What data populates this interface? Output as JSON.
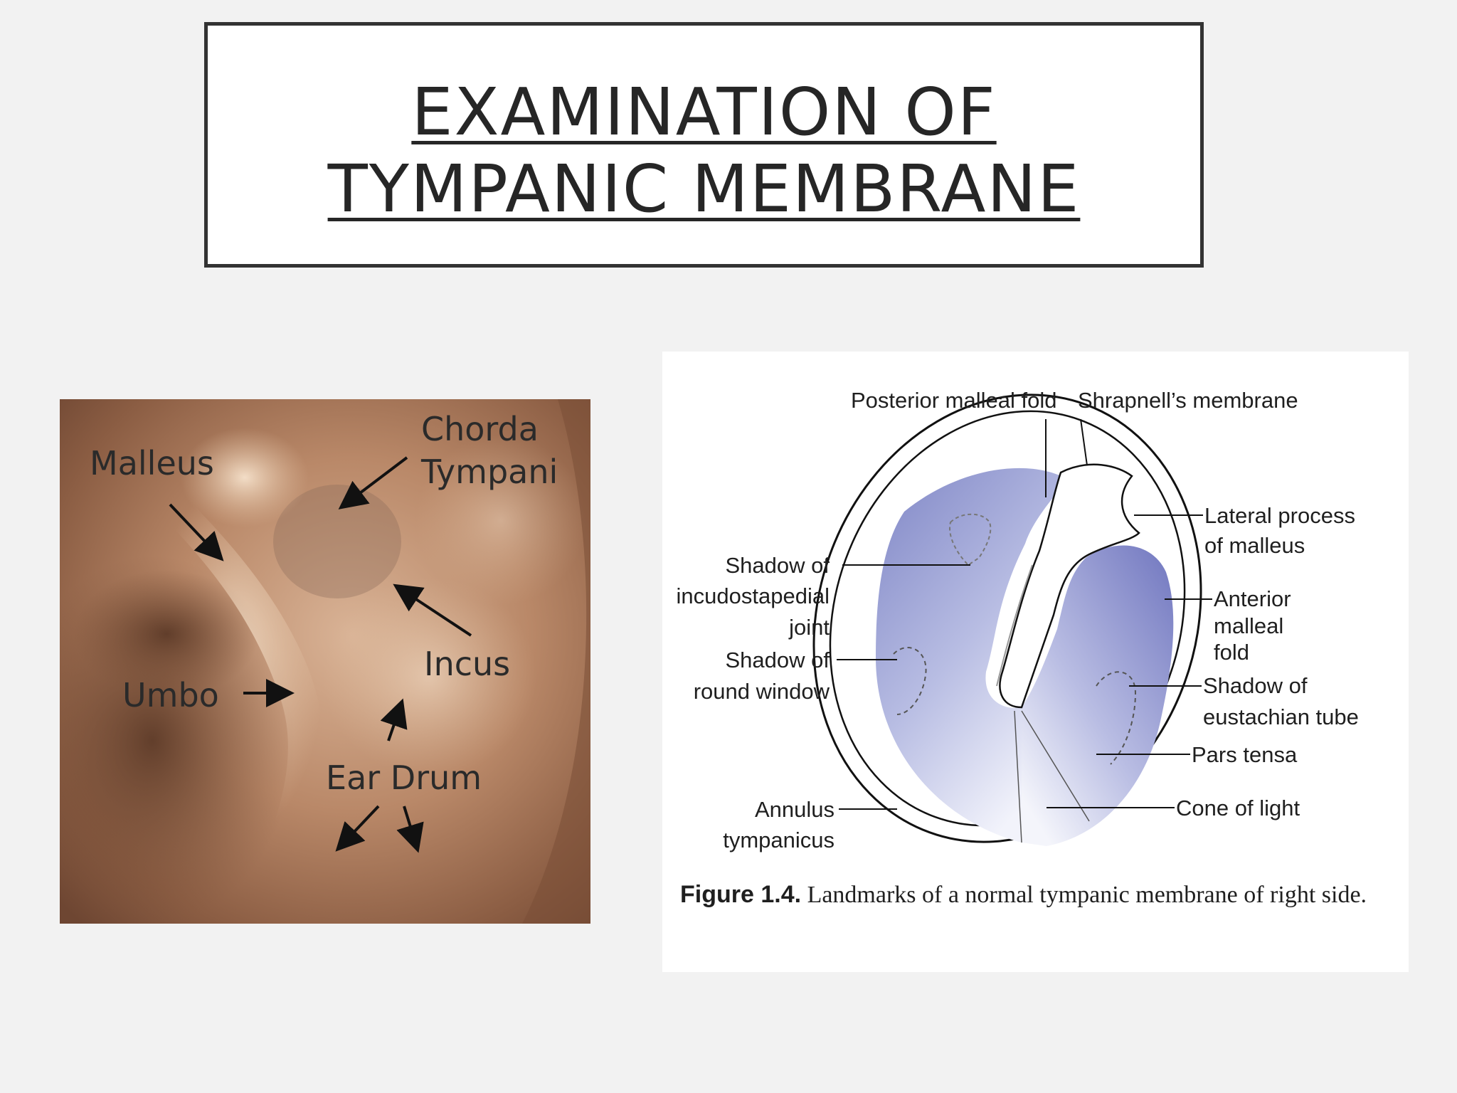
{
  "title": {
    "line1": "EXAMINATION OF",
    "line2": "TYMPANIC MEMBRANE"
  },
  "photo": {
    "labels": {
      "malleus": "Malleus",
      "chorda_line1": "Chorda",
      "chorda_line2": "Tympani",
      "incus": "Incus",
      "umbo": "Umbo",
      "ear_drum": "Ear Drum"
    }
  },
  "figure": {
    "labels": {
      "posterior_malleal_fold": "Posterior malleal fold",
      "shrapnells_membrane": "Shrapnell’s membrane",
      "lateral_process_line1": "Lateral process",
      "lateral_process_line2": "of malleus",
      "incudostapedial_line1": "Shadow of",
      "incudostapedial_line2": "incudostapedial",
      "incudostapedial_line3": "joint",
      "anterior_fold_line1": "Anterior",
      "anterior_fold_line2": "malleal",
      "anterior_fold_line3": "fold",
      "round_window_line1": "Shadow of",
      "round_window_line2": "round window",
      "eustachian_line1": "Shadow of",
      "eustachian_line2": "eustachian tube",
      "pars_tensa": "Pars tensa",
      "cone_of_light": "Cone of light",
      "annulus_line1": "Annulus",
      "annulus_line2": "tympanicus"
    },
    "caption_label": "Figure 1.4.",
    "caption_text": " Landmarks of a normal tympanic membrane of right side."
  }
}
